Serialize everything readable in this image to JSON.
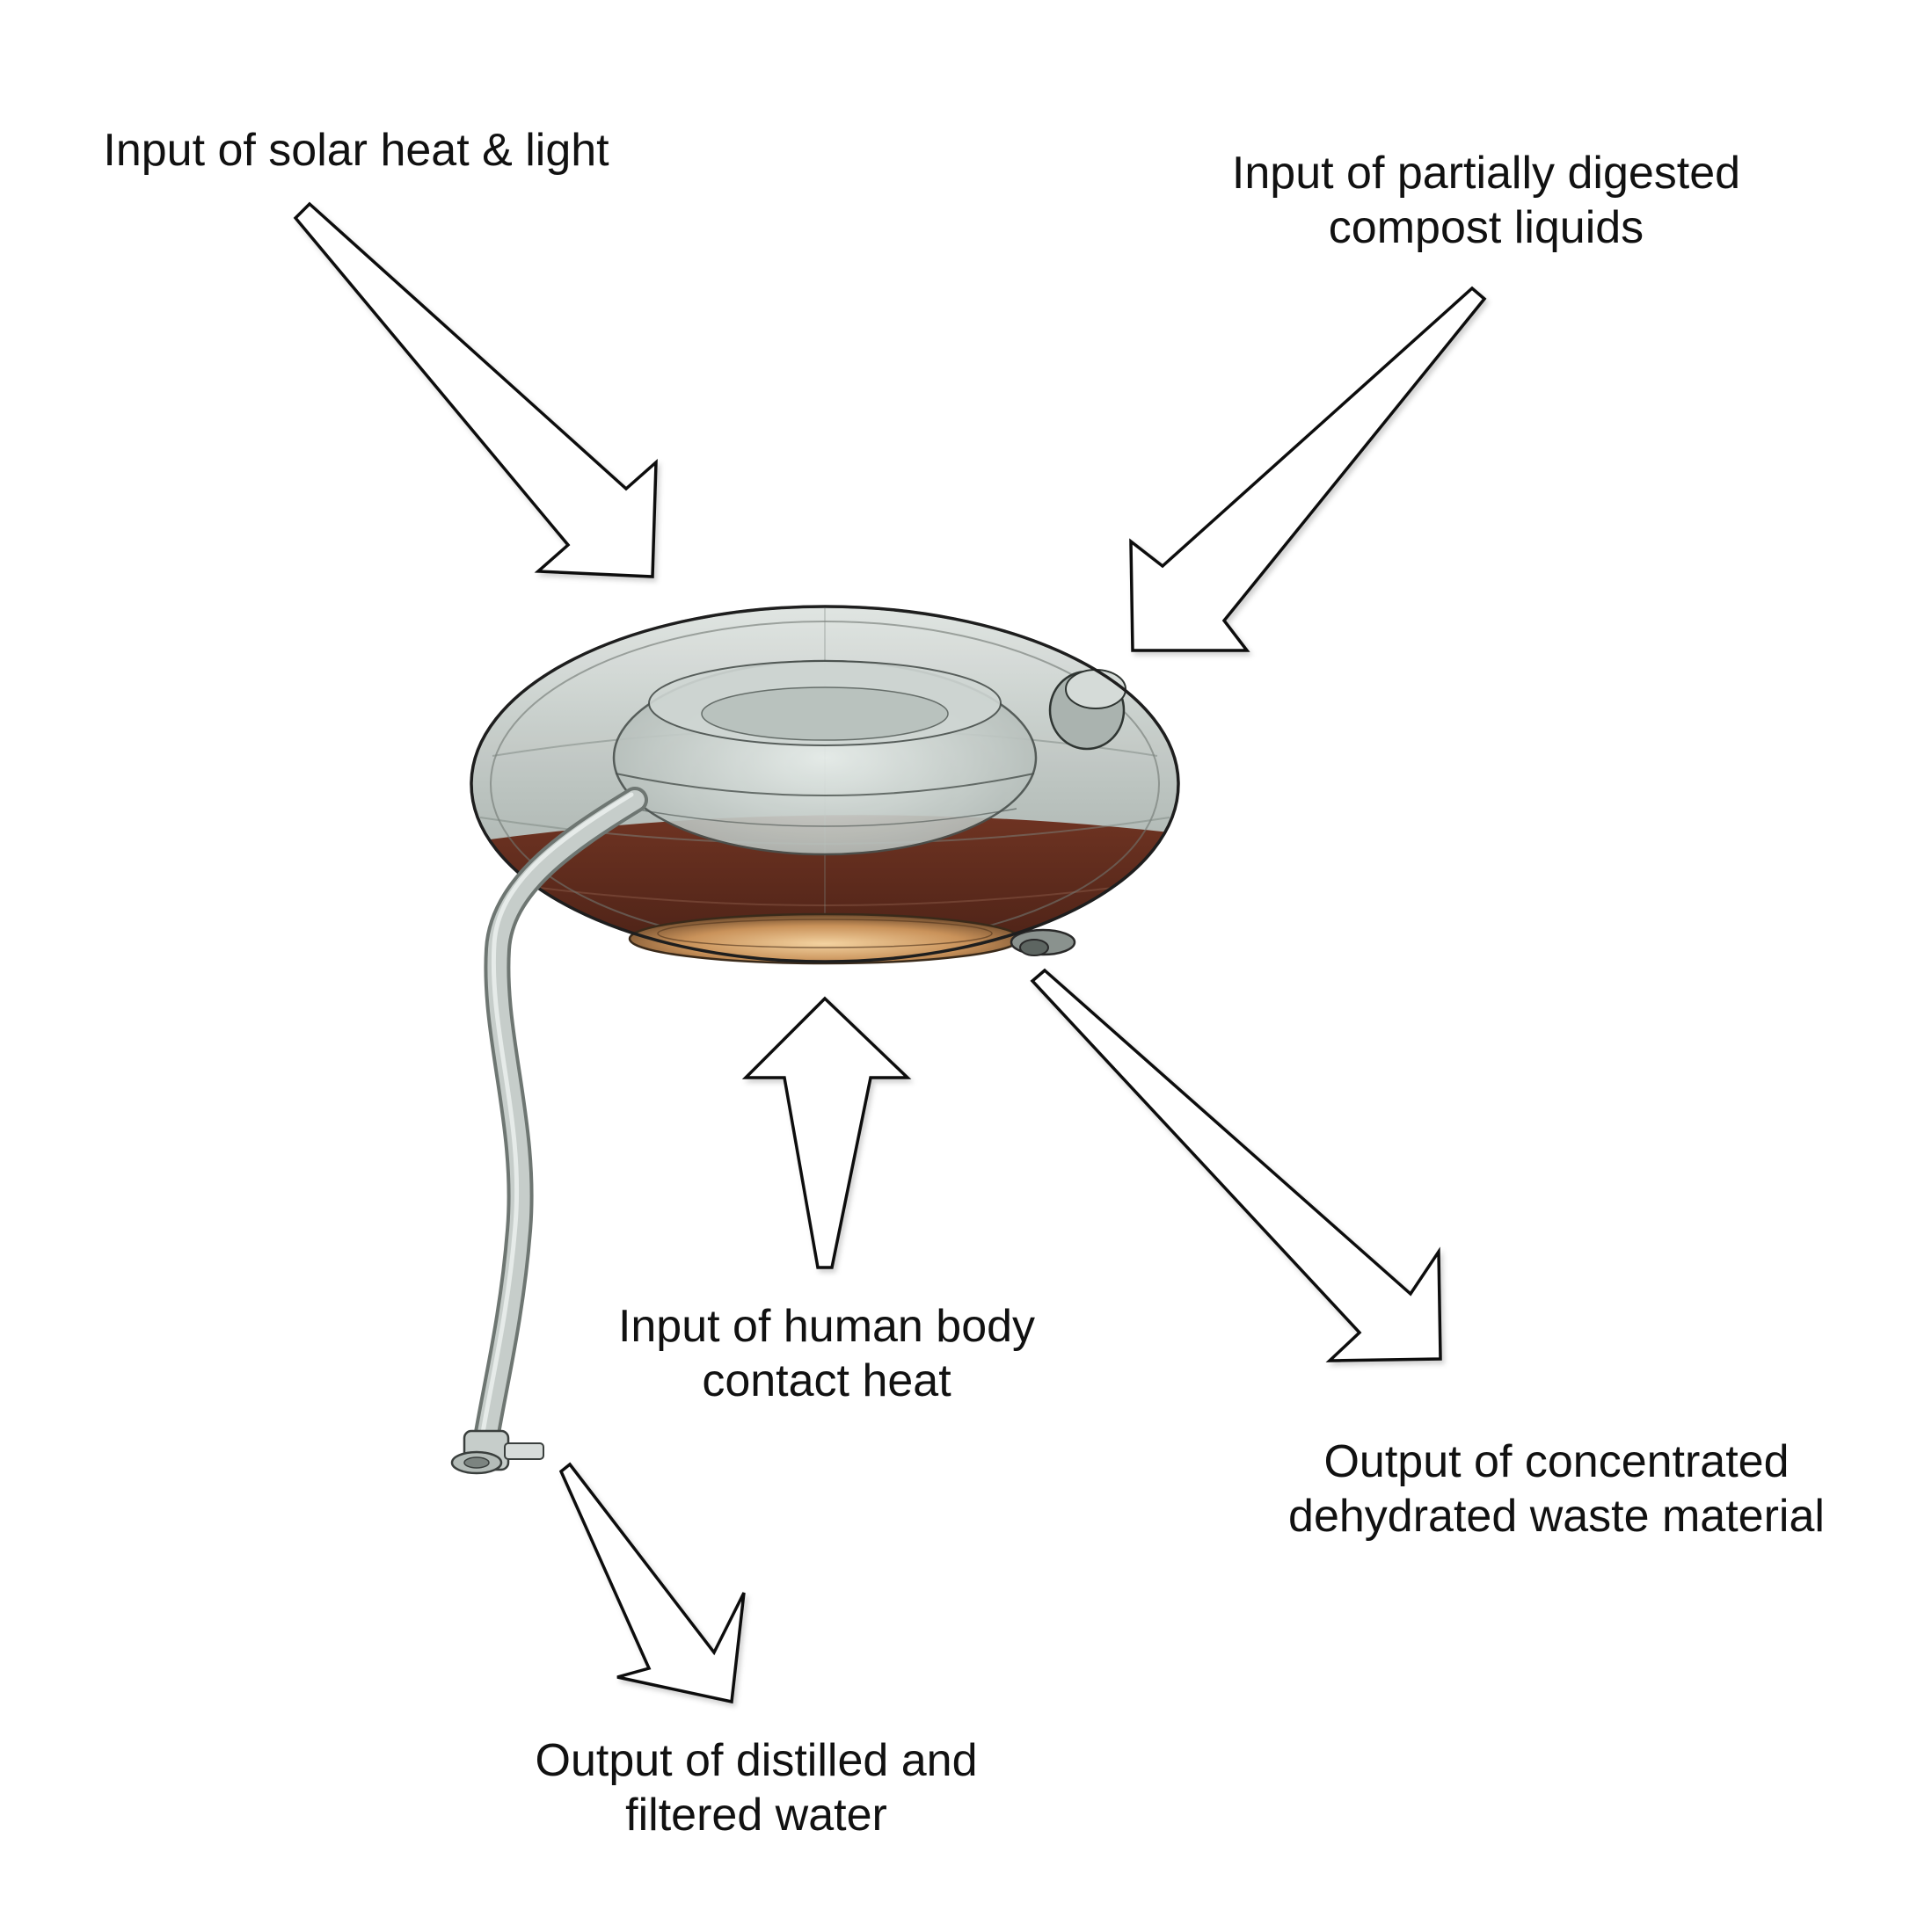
{
  "labels": {
    "solar": {
      "line1": "Input of solar heat & light"
    },
    "compost": {
      "line1": "Input of partially digested",
      "line2": "compost liquids"
    },
    "body_heat": {
      "line1": "Input of human body",
      "line2": "contact heat"
    },
    "waste": {
      "line1": "Output of concentrated",
      "line2": "dehydrated waste material"
    },
    "water": {
      "line1": "Output of distilled and",
      "line2": "filtered water"
    }
  },
  "colors": {
    "outline": "#111111",
    "arrow_fill": "#ffffff",
    "shell": "#c9cfcc",
    "compost_fill": "#5a2416",
    "heat_plate": "#d9a66a"
  }
}
